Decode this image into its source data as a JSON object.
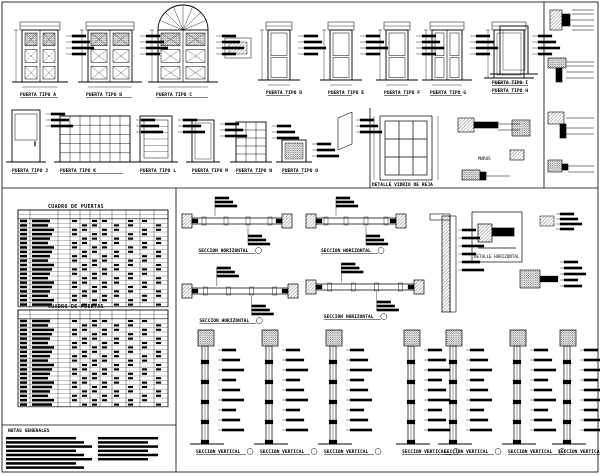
{
  "doors_row1": [
    {
      "label": "PUERTA TIPO A"
    },
    {
      "label": "PUERTA TIPO B"
    },
    {
      "label": "PUERTA TIPO C"
    },
    {
      "label": "PUERTA TIPO D"
    },
    {
      "label": "PUERTA TIPO E"
    },
    {
      "label": "PUERTA TIPO F"
    },
    {
      "label": "PUERTA TIPO G"
    },
    {
      "label": "PUERTA TIPO H"
    },
    {
      "label": "PUERTA TIPO I"
    }
  ],
  "doors_row2": [
    {
      "label": "PUERTA TIPO J"
    },
    {
      "label": "PUERTA TIPO K"
    },
    {
      "label": "PUERTA TIPO L"
    },
    {
      "label": "PUERTA TIPO M"
    },
    {
      "label": "PUERTA TIPO N"
    },
    {
      "label": "PUERTA TIPO O"
    }
  ],
  "detail_labels": {
    "detalle_vidrio": "DETALLE VIDRIO DE REJA",
    "muros": "MUROS",
    "detalle_horizontal": "DETALLE HORIZONTAL"
  },
  "schedules": [
    {
      "title": "CUADRO DE PUERTAS"
    },
    {
      "title": "CUADRO DE PUERTAS"
    }
  ],
  "notes_title": "NOTAS GENERALES",
  "sections": {
    "horizontal_1": "SECCION HORIZONTAL",
    "horizontal_2": "SECCION HORIZONTAL",
    "horizontal_3": "SECCION HORIZONTAL",
    "horizontal_4": "SECCION HORIZONTAL",
    "vertical": "SECCION VERTICAL"
  }
}
